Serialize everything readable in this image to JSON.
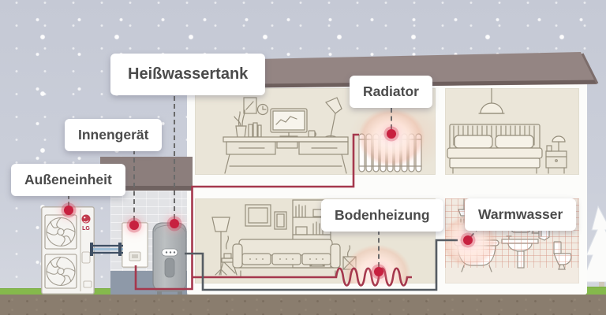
{
  "diagram": {
    "type": "heat-pump-house-cutaway",
    "callouts": {
      "outdoor_unit": "Außeneinheit",
      "indoor_unit": "Innengerät",
      "hot_water_tank": "Heißwassertank",
      "radiator": "Radiator",
      "floor_heating": "Bodenheizung",
      "hot_water": "Warmwasser"
    },
    "brand": {
      "logo_text": "LG"
    },
    "colors": {
      "hotspot_red": "#c7203f",
      "pipe_heating_red": "#a5384d",
      "pipe_water_gray": "#565c63",
      "refrigerant_blue": "#3f4f63",
      "roof_taupe": "#948583",
      "grass_green": "#85b94c",
      "soil_brown": "#8a7d6e",
      "sky_blue_gray": "#c9cdd8"
    }
  }
}
